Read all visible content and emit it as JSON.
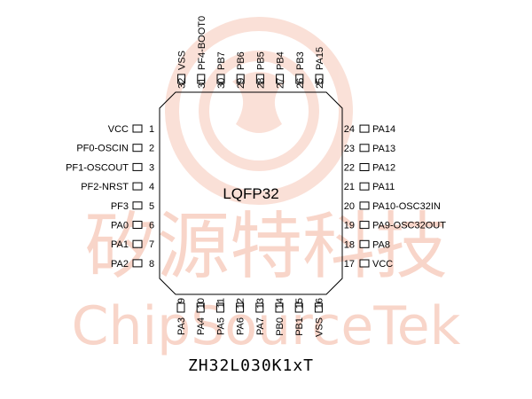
{
  "package": {
    "name": "LQFP32"
  },
  "part_number": "ZH32L030K1xT",
  "watermark": {
    "cn_text": "矽源特科技",
    "en_text": "ChipSourceTek",
    "color": "#f6c8b8"
  },
  "colors": {
    "line": "#000000",
    "pin_fill": "#ffffff"
  },
  "pins": {
    "left": [
      {
        "num": "1",
        "label": "VCC"
      },
      {
        "num": "2",
        "label": "PF0-OSCIN"
      },
      {
        "num": "3",
        "label": "PF1-OSCOUT"
      },
      {
        "num": "4",
        "label": "PF2-NRST"
      },
      {
        "num": "5",
        "label": "PF3"
      },
      {
        "num": "6",
        "label": "PA0"
      },
      {
        "num": "7",
        "label": "PA1"
      },
      {
        "num": "8",
        "label": "PA2"
      }
    ],
    "bottom": [
      {
        "num": "9",
        "label": "PA3"
      },
      {
        "num": "10",
        "label": "PA4"
      },
      {
        "num": "11",
        "label": "PA5"
      },
      {
        "num": "12",
        "label": "PA6"
      },
      {
        "num": "13",
        "label": "PA7"
      },
      {
        "num": "14",
        "label": "PB0"
      },
      {
        "num": "15",
        "label": "PB1"
      },
      {
        "num": "16",
        "label": "VSS"
      }
    ],
    "right": [
      {
        "num": "17",
        "label": "VCC"
      },
      {
        "num": "18",
        "label": "PA8"
      },
      {
        "num": "19",
        "label": "PA9-OSC32OUT"
      },
      {
        "num": "20",
        "label": "PA10-OSC32IN"
      },
      {
        "num": "21",
        "label": "PA11"
      },
      {
        "num": "22",
        "label": "PA12"
      },
      {
        "num": "23",
        "label": "PA13"
      },
      {
        "num": "24",
        "label": "PA14"
      }
    ],
    "top": [
      {
        "num": "25",
        "label": "PA15"
      },
      {
        "num": "26",
        "label": "PB3"
      },
      {
        "num": "27",
        "label": "PB4"
      },
      {
        "num": "28",
        "label": "PB5"
      },
      {
        "num": "29",
        "label": "PB6"
      },
      {
        "num": "30",
        "label": "PB7"
      },
      {
        "num": "31",
        "label": "PF4-BOOT0"
      },
      {
        "num": "32",
        "label": "VSS"
      }
    ]
  }
}
